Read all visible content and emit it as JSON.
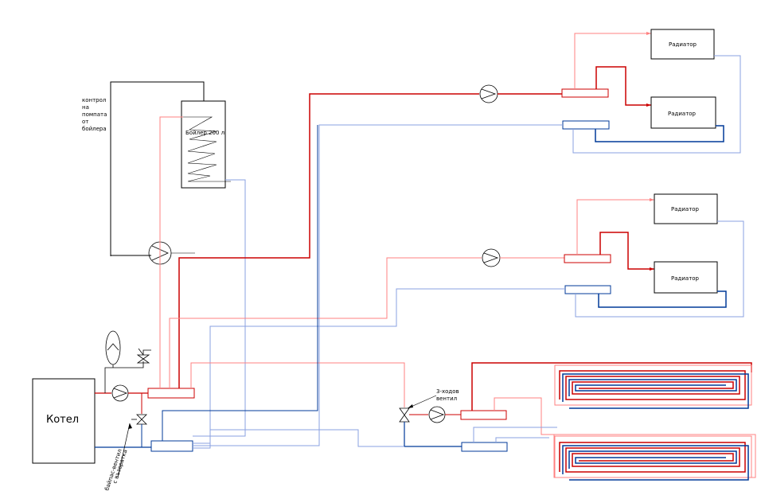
{
  "labels": {
    "boiler": "Котел",
    "tank": "Бойлер 200 л",
    "control": [
      "контрол",
      "на",
      "помпата",
      "от",
      "бойлера"
    ],
    "radiator": "Радиатор",
    "three_way": [
      "3-ходов",
      "вентил"
    ],
    "bypass": [
      "байпас-вентил",
      "с възвратка"
    ]
  },
  "colors": {
    "supply": "#cc0000",
    "supply_light": "#ff8080",
    "return": "#003a99",
    "return_light": "#8aa0e0",
    "black": "#000000"
  }
}
